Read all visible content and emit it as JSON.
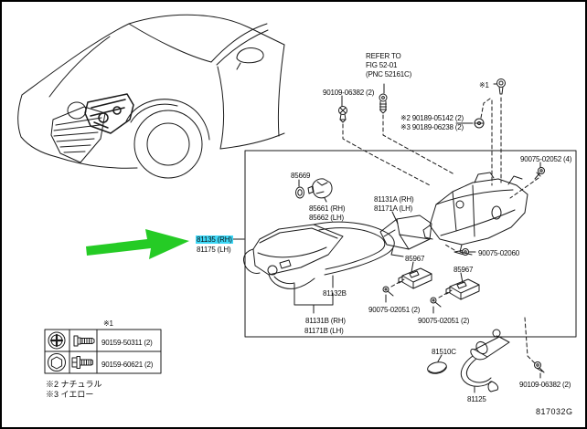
{
  "diagram_code": "817032G",
  "refer_note": {
    "line1": "REFER TO",
    "line2": "FIG 52-01",
    "line3": "(PNC 52161C)"
  },
  "callouts": {
    "clip_top": "90109-06382 (2)",
    "ref2_screw": "※2 90189-05142 (2)",
    "ref3_screw": "※3 90189-06238 (2)",
    "ref1_bolt": "※1",
    "screw_02052": "90075-02052 (4)",
    "grommet_85669": "85669",
    "socket_rh": "85661 (RH)",
    "socket_lh": "85662 (LH)",
    "bracket_a_rh": "81131A (RH)",
    "bracket_a_lh": "81171A (LH)",
    "headlamp_rh": "81135 (RH)",
    "headlamp_lh": "81175 (LH)",
    "trim_81132b": "81132B",
    "bracket_b_rh": "81131B (RH)",
    "bracket_b_lh": "81171B (LH)",
    "screw_02060": "90075-02060",
    "module_1": "85967",
    "module_2": "85967",
    "screw_02051_1": "90075-02051 (2)",
    "screw_02051_2": "90075-02051 (2)",
    "cap_81510c": "81510C",
    "cord_81125": "81125",
    "bolt_bottom": "90109-06382 (2)"
  },
  "legend": {
    "header": "※1",
    "rows": [
      {
        "icon": "phillips-screw",
        "part_number": "90159-50311 (2)"
      },
      {
        "icon": "hex-flange-bolt",
        "part_number": "90159-60621 (2)"
      }
    ],
    "note2": "※2 ナチュラル",
    "note3": "※3 イエロー"
  },
  "colors": {
    "highlight": "#3ed8f7",
    "arrow_green": "#25cb25",
    "line": "#1a1a1a"
  }
}
